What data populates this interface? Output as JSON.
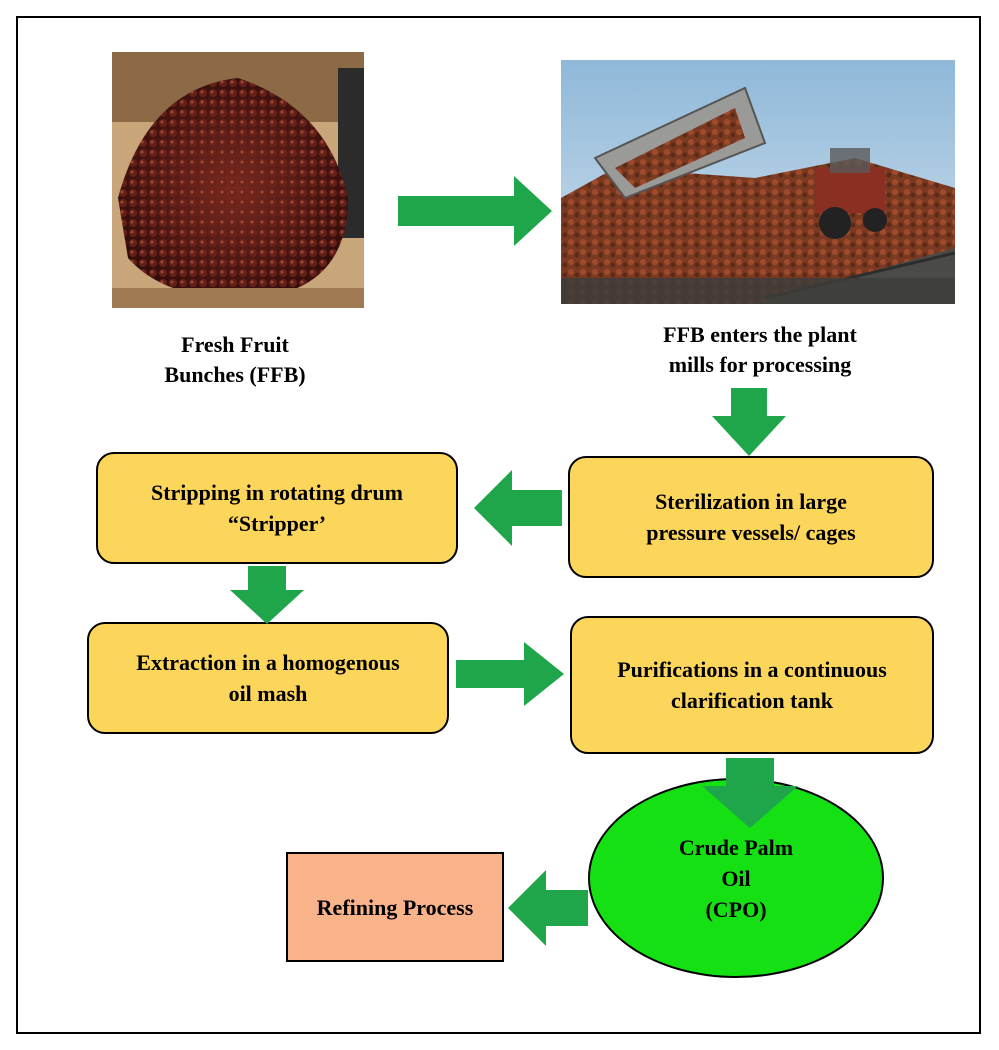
{
  "captions": {
    "ffb": "Fresh Fruit\nBunches (FFB)",
    "mill": "FFB enters the plant\nmills for processing"
  },
  "steps": {
    "stripping": "Stripping in rotating drum\n“Stripper’",
    "sterilization": "Sterilization in large\npressure vessels/ cages",
    "extraction": "Extraction in a homogenous\noil mash",
    "purification": "Purifications in a continuous\nclarification tank",
    "cpo": "Crude Palm\nOil\n(CPO)",
    "refining": "Refining Process"
  },
  "colors": {
    "process_box": "#fcd55b",
    "cpo_ellipse": "#14e014",
    "refining_box": "#f8b38a",
    "arrow": "#1fa64a"
  },
  "icons": {
    "photo_ffb": "palm-fruit-bunch-photo",
    "photo_mill": "truck-unloading-fruit-photo",
    "arrow": "block-arrow-icon"
  }
}
